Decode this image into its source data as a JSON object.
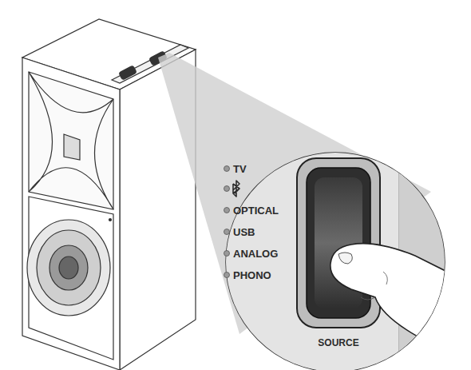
{
  "diagram": {
    "labels": [
      "TV",
      "OPTICAL",
      "USB",
      "ANALOG",
      "PHONO",
      "SOURCE"
    ]
  }
}
